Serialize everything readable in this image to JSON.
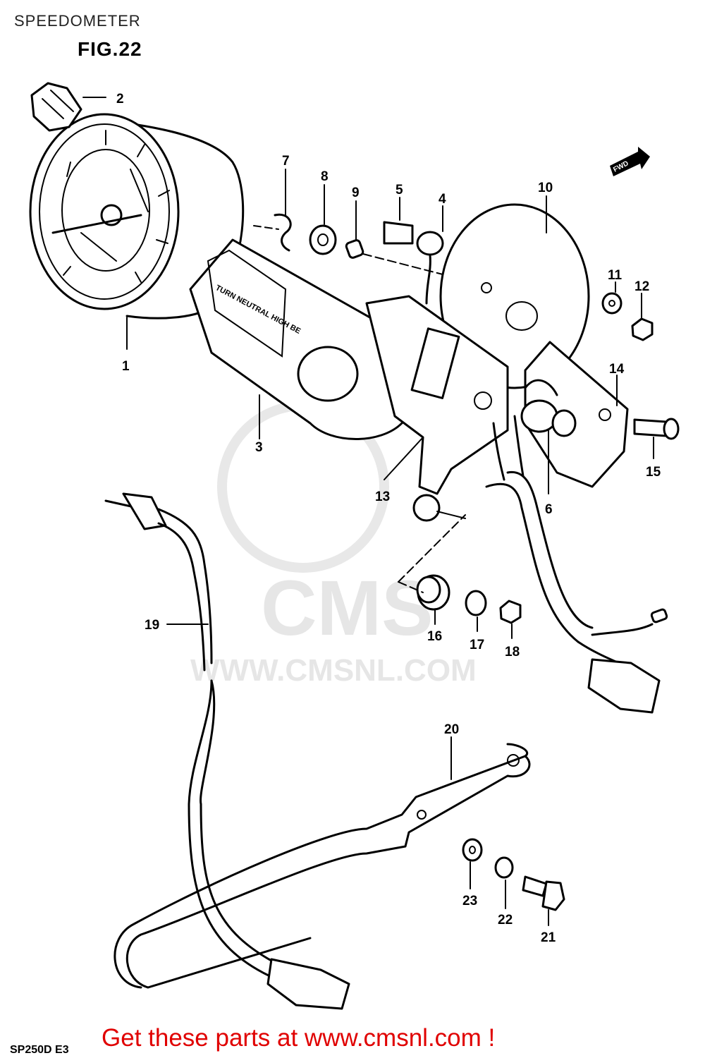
{
  "header": {
    "title": "SPEEDOMETER",
    "figure": "FIG.22"
  },
  "watermark": {
    "brand": "CMS",
    "url": "WWW.CMSNL.COM"
  },
  "indicator_label": "TURN  NEUTRAL  HIGH BE",
  "fwd_label": "FWD",
  "callouts": [
    "1",
    "2",
    "3",
    "4",
    "5",
    "6",
    "7",
    "8",
    "9",
    "10",
    "11",
    "12",
    "13",
    "14",
    "15",
    "16",
    "17",
    "18",
    "19",
    "20",
    "21",
    "22",
    "23"
  ],
  "footer": {
    "model": "SP250D  E3",
    "promo": "Get these parts at www.cmsnl.com !"
  },
  "colors": {
    "promo": "#e00000",
    "watermark": "#e6e6e6"
  }
}
